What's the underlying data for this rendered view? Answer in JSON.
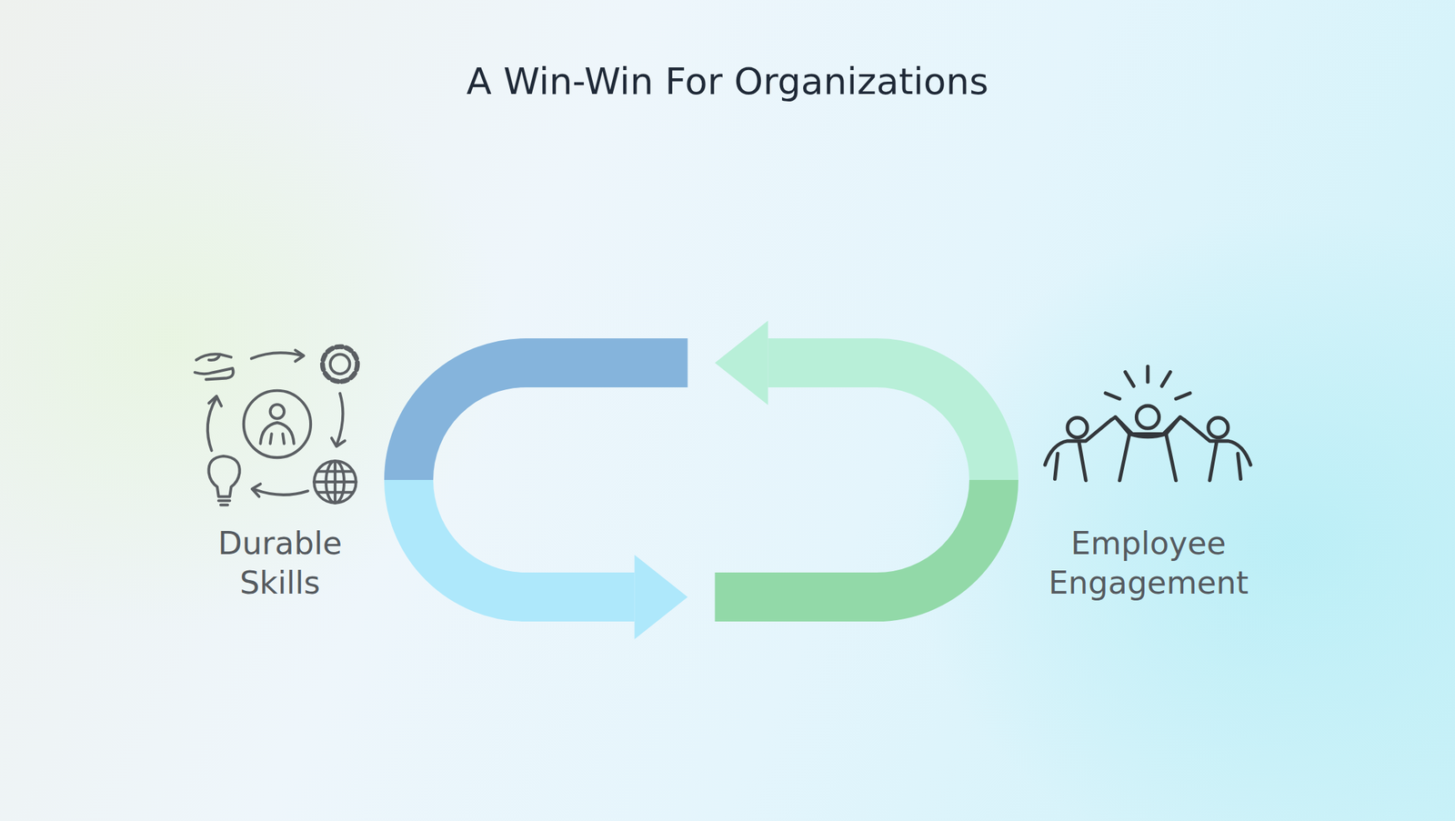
{
  "diagram": {
    "title": "A Win-Win For Organizations",
    "nodes": [
      {
        "text": [
          "Durable Skills"
        ]
      },
      {
        "text": [
          "Employee Engagement"
        ]
      }
    ],
    "edges": [
      {
        "from": 0,
        "to": 1,
        "arrow": "to"
      },
      {
        "from": 1,
        "to": 0,
        "arrow": "to"
      }
    ]
  }
}
